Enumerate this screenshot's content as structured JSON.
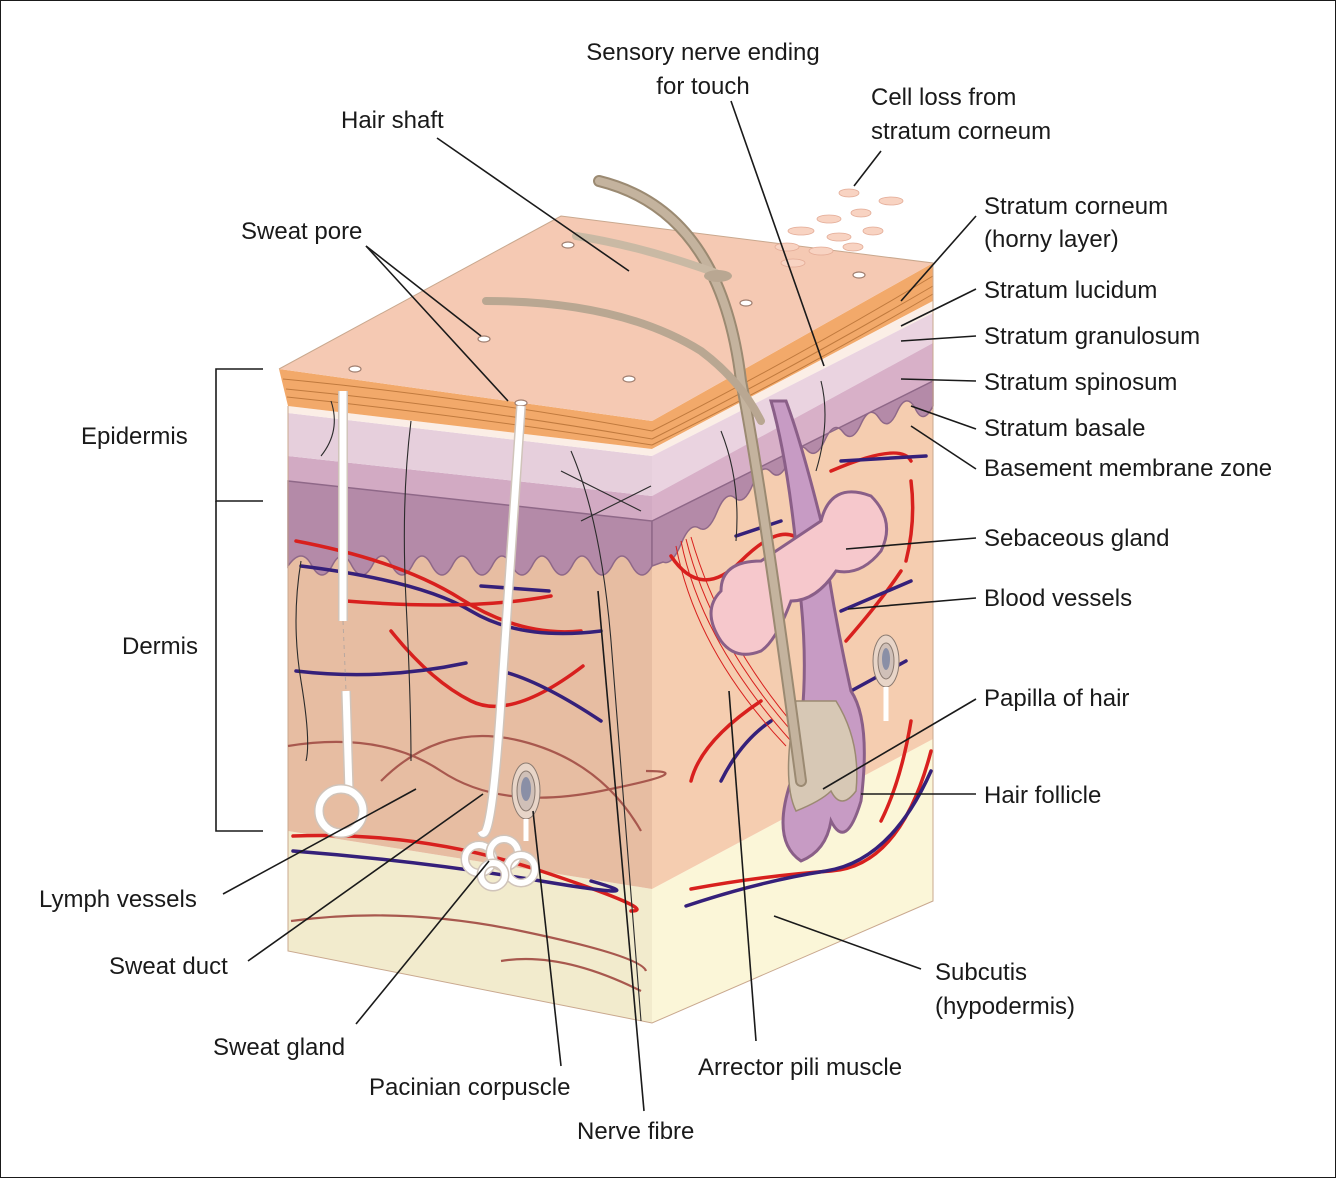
{
  "labels": {
    "sensory_nerve": [
      "Sensory nerve ending",
      "for touch"
    ],
    "hair_shaft": "Hair shaft",
    "cell_loss": [
      "Cell loss from",
      "stratum corneum"
    ],
    "sweat_pore": "Sweat pore",
    "stratum_corneum": [
      "Stratum corneum",
      "(horny layer)"
    ],
    "stratum_lucidum": "Stratum lucidum",
    "stratum_granulosum": "Stratum granulosum",
    "stratum_spinosum": "Stratum spinosum",
    "stratum_basale": "Stratum basale",
    "basement_membrane": "Basement membrane zone",
    "epidermis": "Epidermis",
    "dermis": "Dermis",
    "sebaceous_gland": "Sebaceous gland",
    "blood_vessels": "Blood vessels",
    "papilla_of_hair": "Papilla of hair",
    "hair_follicle": "Hair follicle",
    "lymph_vessels": "Lymph vessels",
    "sweat_duct": "Sweat duct",
    "sweat_gland": "Sweat gland",
    "pacinian_corpuscle": "Pacinian corpuscle",
    "nerve_fibre": "Nerve fibre",
    "arrector_pili": "Arrector pili muscle",
    "subcutis": [
      "Subcutis",
      "(hypodermis)"
    ]
  },
  "colors": {
    "skin_surface": "#f5c9b3",
    "stratum_corneum": "#f2a96a",
    "stratum_lucidum": "#fbeee6",
    "stratum_granulosum": "#ead3e0",
    "stratum_spinosum": "#d8b0c8",
    "stratum_basale": "#b48aa8",
    "dermis_front": "#e7bda2",
    "dermis_side": "#f5cdb0",
    "subcutis_front": "#f2ebcd",
    "subcutis_side": "#fbf6d8",
    "artery": "#d8201e",
    "vein": "#35207a",
    "hair": "#b9a792",
    "follicle": "#c79bc4",
    "sebaceous": "#f6c8cc"
  }
}
